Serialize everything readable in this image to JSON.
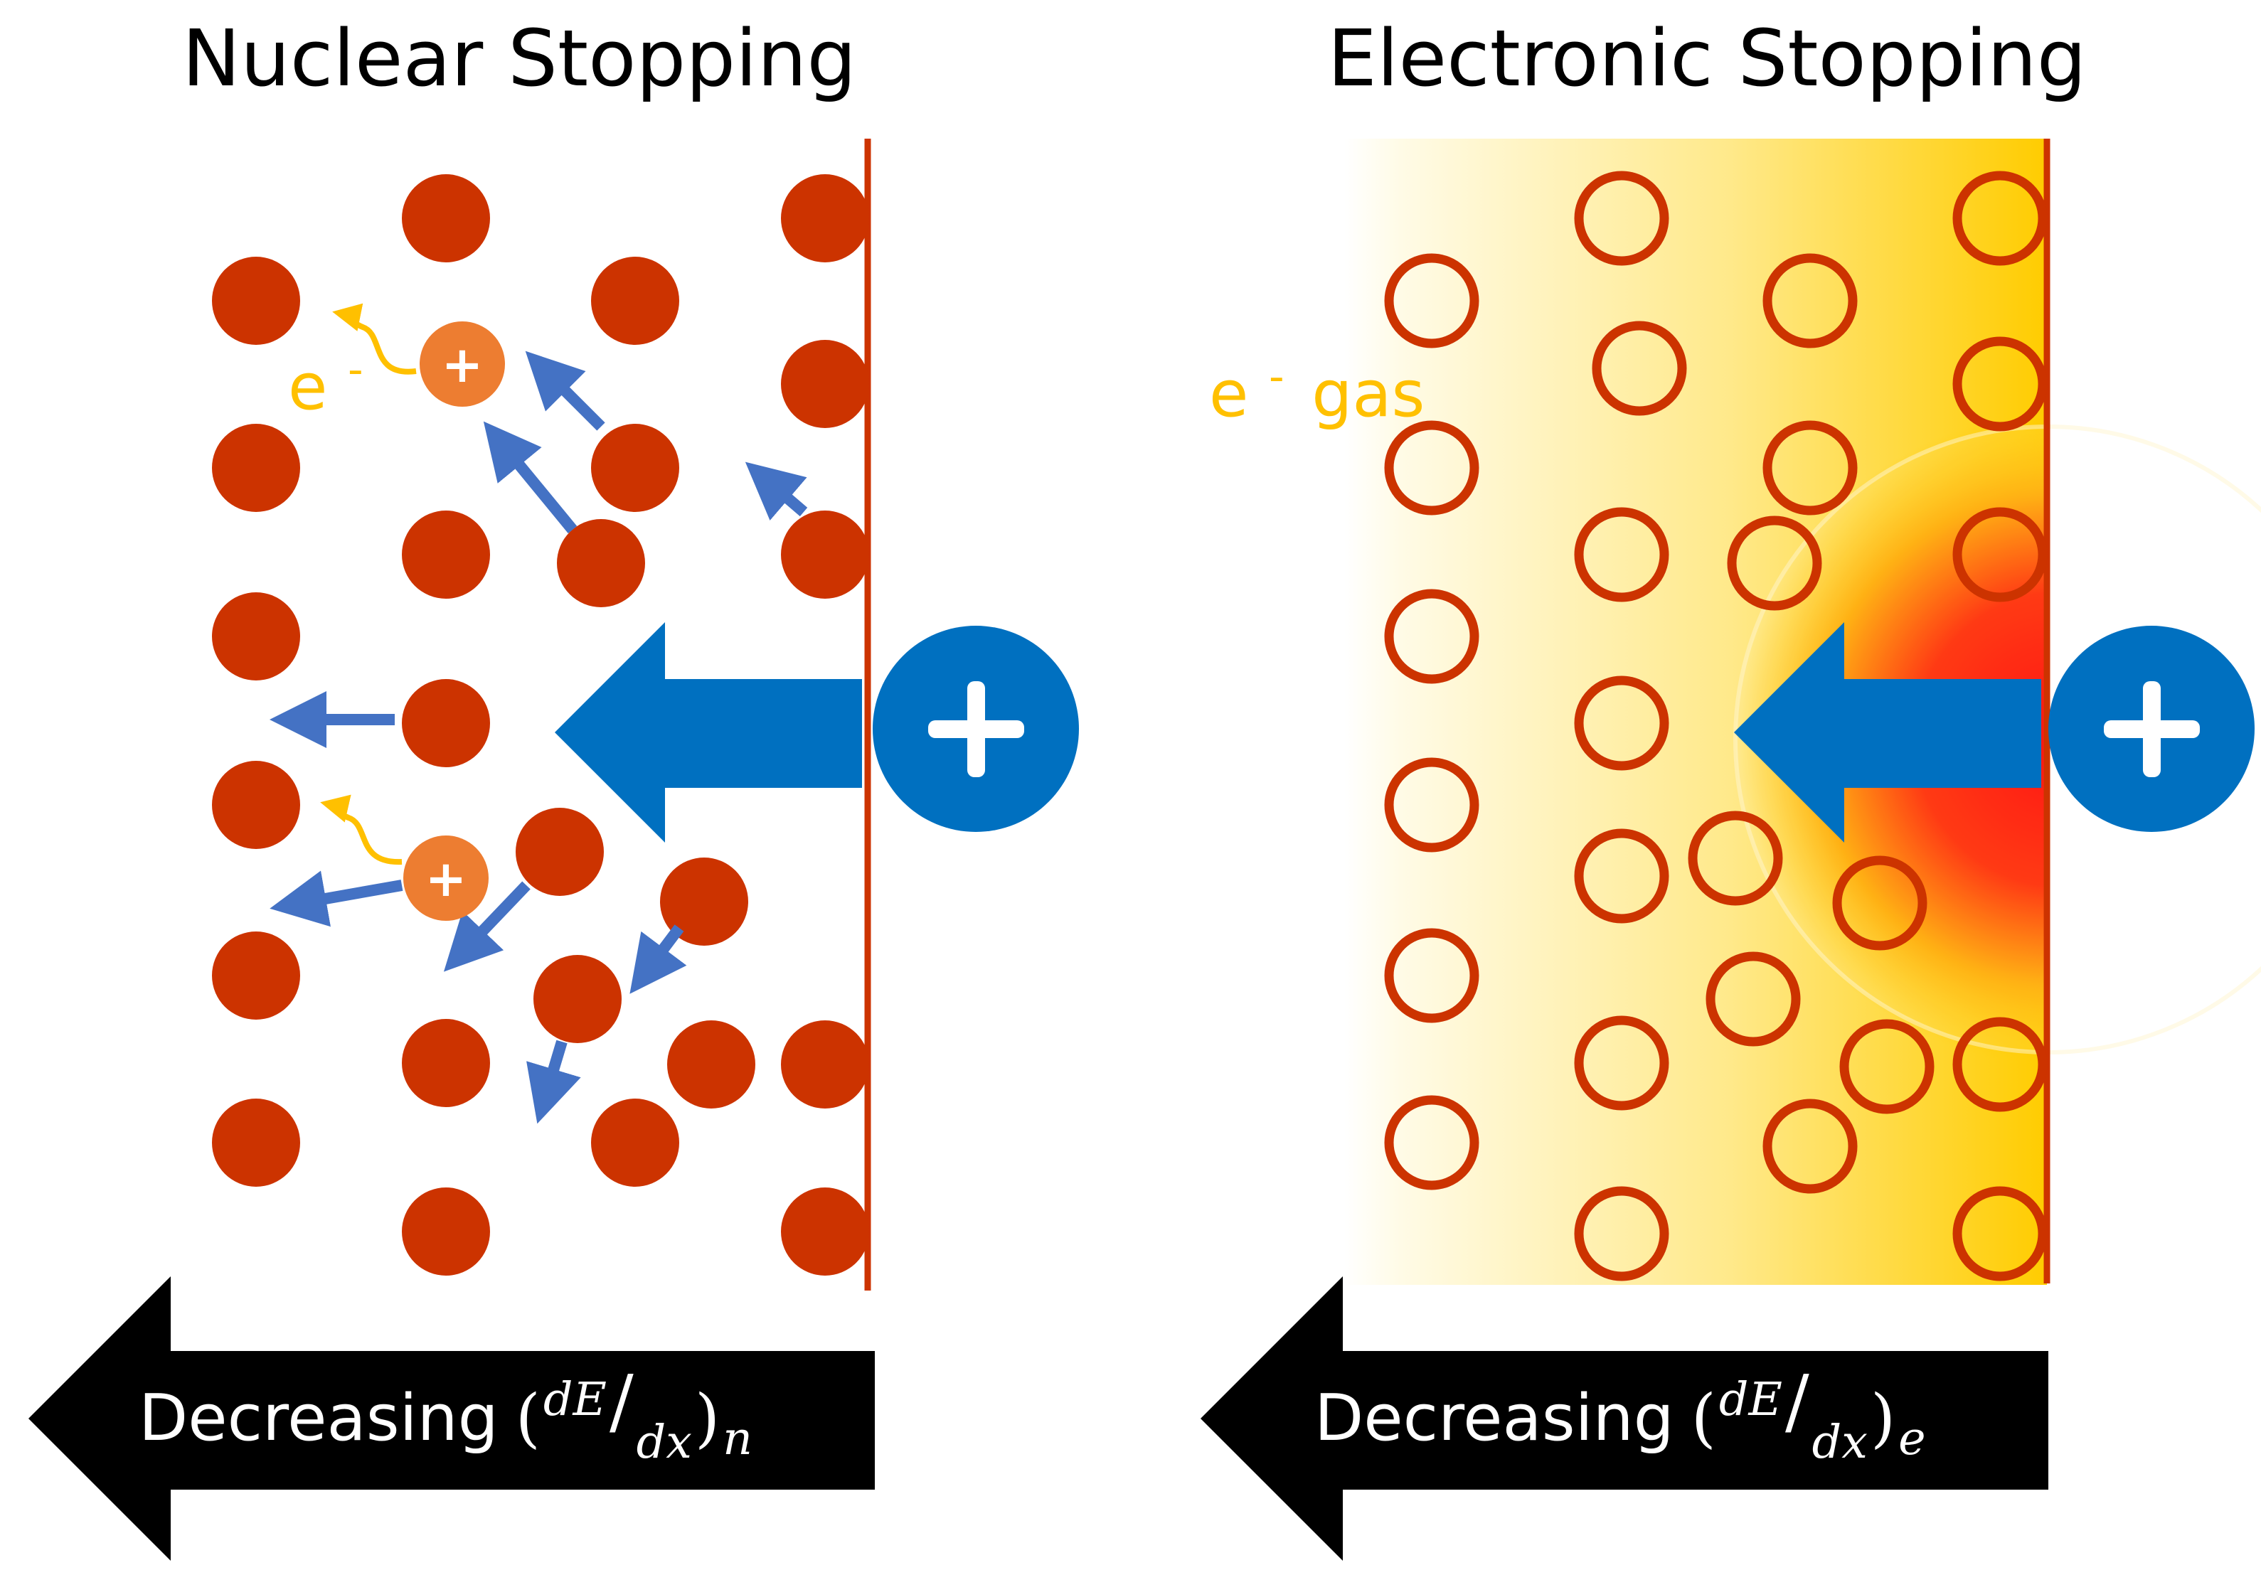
{
  "titles": {
    "left": "Nuclear Stopping",
    "right": "Electronic Stopping"
  },
  "labels": {
    "electron": "e",
    "electron_sup": "-",
    "electron_gas": "gas",
    "ion_plus": "+"
  },
  "bottom": {
    "left": {
      "word": "Decreasing",
      "open": "(",
      "num": "dE",
      "slash": "/",
      "den": "dx",
      "close": ")",
      "sub": "n"
    },
    "right": {
      "word": "Decreasing",
      "open": "(",
      "num": "dE",
      "slash": "/",
      "den": "dx",
      "close": ")",
      "sub": "e"
    }
  },
  "colors": {
    "atom": "#cc3300",
    "ion_blue": "#0070c0",
    "recoil_arrow": "#4472c4",
    "ionized_atom": "#ed7d31",
    "electron": "#ffc000",
    "gas_yellow": "#ffcc00",
    "hot_red": "#ff0000",
    "arrow_black": "#000000"
  },
  "icons": {
    "ion": "plus-circle-icon",
    "direction": "arrow-left-icon",
    "electron_path": "wavy-arrow-icon"
  }
}
